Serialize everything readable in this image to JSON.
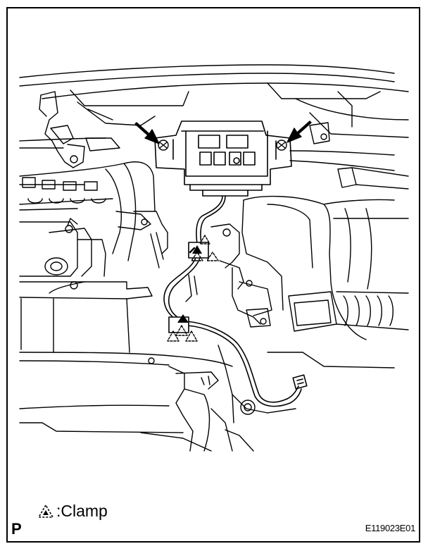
{
  "legend": {
    "icon": "clamp-triangle-icon",
    "label": "Clamp",
    "separator": ":"
  },
  "page_letter": "P",
  "figure_id": "E119023E01",
  "callouts": [
    {
      "name": "left-screw-arrow",
      "icon": "arrow-icon"
    },
    {
      "name": "right-screw-arrow",
      "icon": "arrow-icon"
    }
  ],
  "clamps": [
    "clamp-upper",
    "clamp-lower"
  ]
}
